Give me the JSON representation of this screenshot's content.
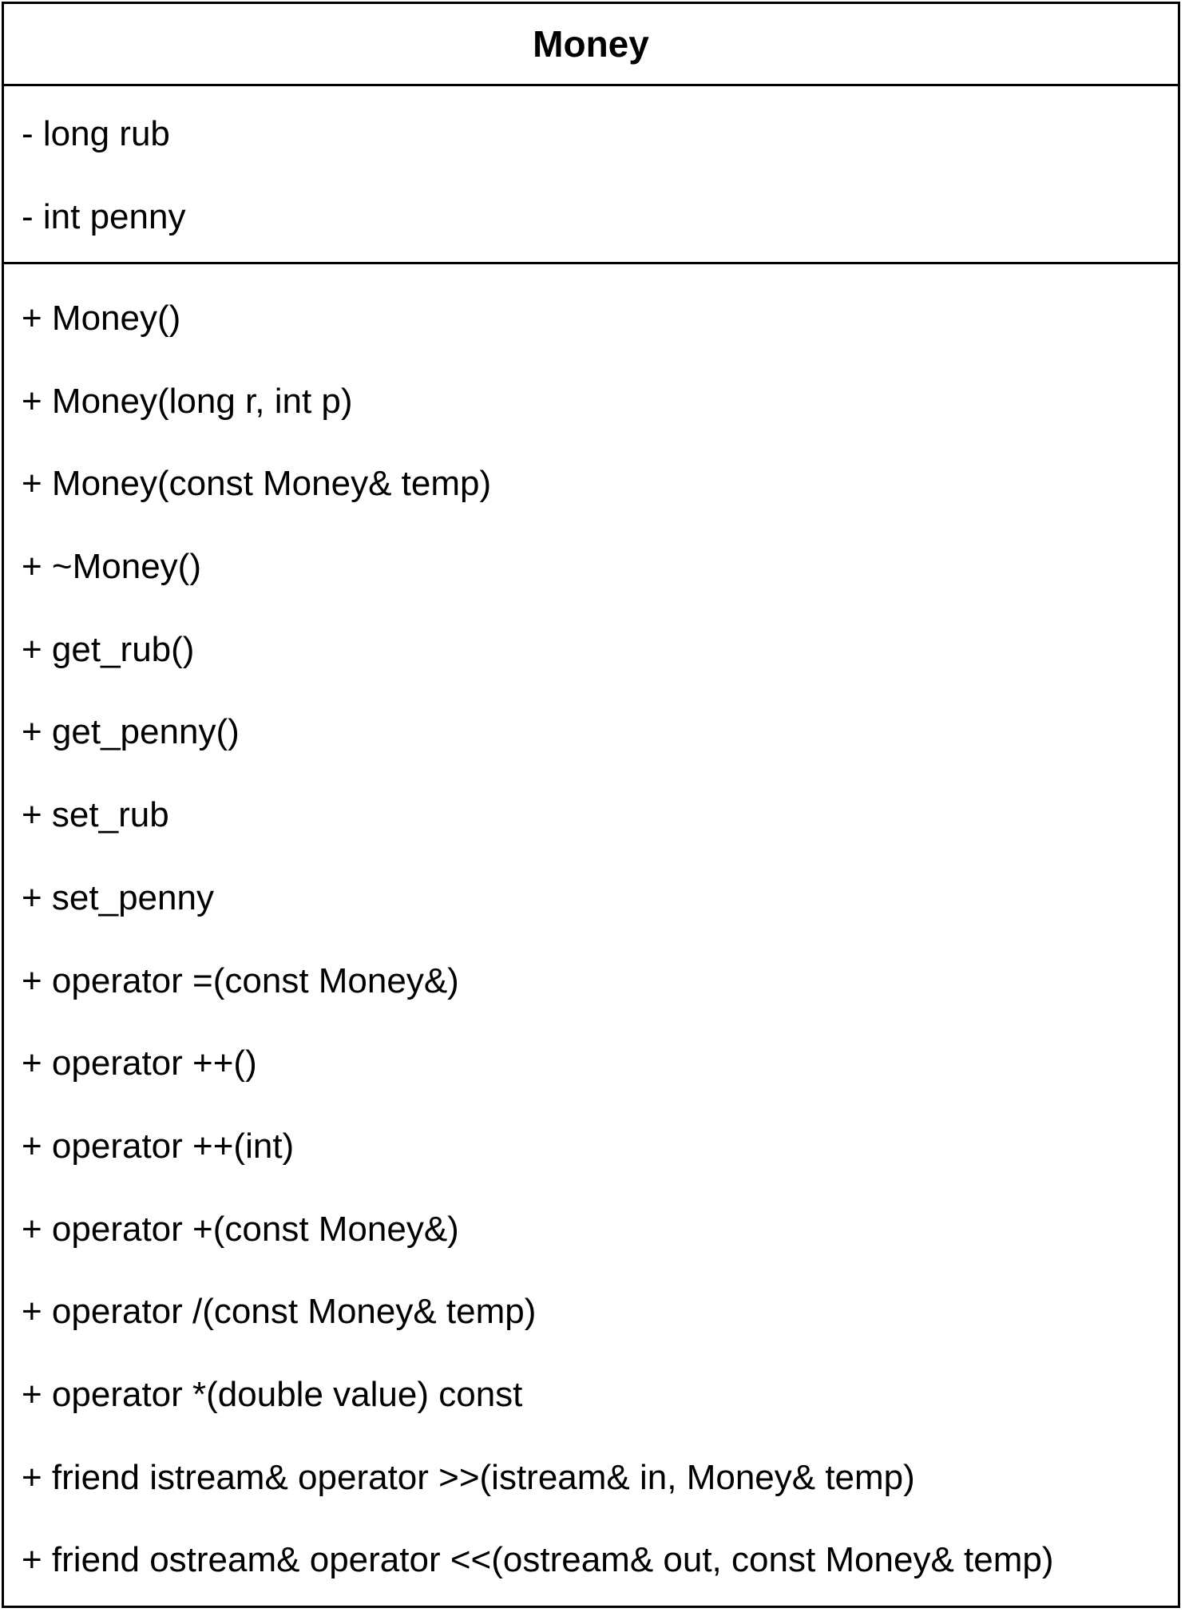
{
  "uml_class": {
    "name": "Money",
    "attributes": [
      "- long rub",
      "- int penny"
    ],
    "operations": [
      "+ Money()",
      "+ Money(long r, int p)",
      "+ Money(const Money& temp)",
      "+ ~Money()",
      "+ get_rub()",
      "+ get_penny()",
      "+ set_rub",
      "+ set_penny",
      "+ operator =(const Money&)",
      "+ operator ++()",
      "+ operator ++(int)",
      "+ operator +(const Money&)",
      "+ operator /(const Money& temp)",
      "+ operator *(double value) const",
      "+ friend istream& operator >>(istream& in, Money& temp)",
      "+ friend ostream& operator <<(ostream& out, const Money& temp)"
    ]
  }
}
